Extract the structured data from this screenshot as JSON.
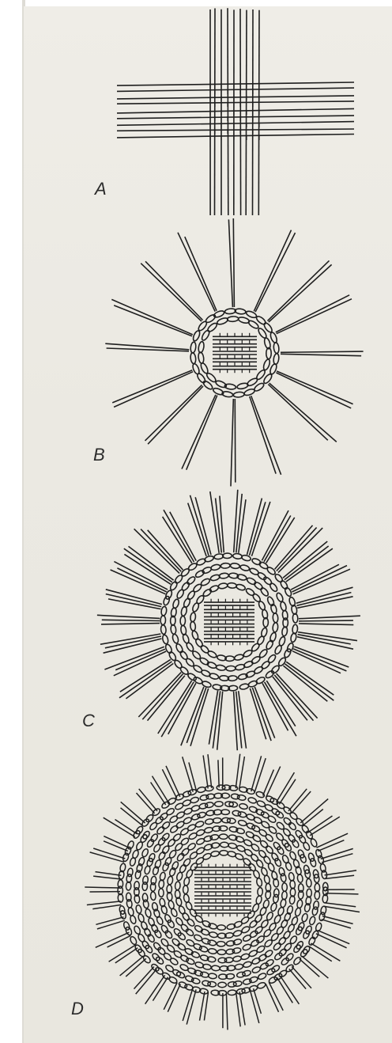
{
  "figure": {
    "stages": [
      {
        "id": "A",
        "label": "A"
      },
      {
        "id": "B",
        "label": "B"
      },
      {
        "id": "C",
        "label": "C"
      },
      {
        "id": "D",
        "label": "D"
      }
    ]
  },
  "colors": {
    "paper": "#ebe9e2",
    "ink": "#1f1f1f"
  }
}
